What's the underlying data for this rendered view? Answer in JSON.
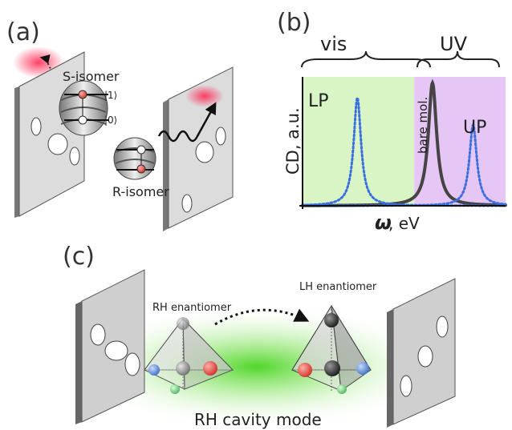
{
  "panel_a": {
    "label": "(a)",
    "s_isomer": "S-isomer",
    "r_isomer": "R-isomer",
    "ket_1": "|1⟩",
    "ket_0": "|0⟩"
  },
  "panel_b": {
    "label": "(b)",
    "band_vis": "vis",
    "band_uv": "UV",
    "lp": "LP",
    "up": "UP",
    "bare": "bare mol.",
    "ylabel": "CD, a.u.",
    "xlabel_symbol": "ω",
    "xlabel_unit": ", eV"
  },
  "panel_c": {
    "label": "(c)",
    "rh_enantiomer": "RH enantiomer",
    "lh_enantiomer": "LH enantiomer",
    "cavity_mode": "RH cavity mode"
  },
  "colors": {
    "vis_band": "#d9f5c6",
    "uv_band": "#e6c6f5",
    "bare_curve": "#444444",
    "polariton_curve": "#3a6fe0",
    "cavity_glow": "#59d92a",
    "red_glow": "#ff3355"
  },
  "chart_data": {
    "type": "line",
    "title": "",
    "xlabel": "ω, eV",
    "ylabel": "CD, a.u.",
    "regions": [
      "vis",
      "UV"
    ],
    "series": [
      {
        "name": "LP",
        "style": "dotted-blue",
        "peak_x": 0.27,
        "peak_y": 0.88,
        "width": 0.022
      },
      {
        "name": "bare mol.",
        "style": "solid-dark",
        "peak_x": 0.64,
        "peak_y": 1.0,
        "width": 0.025
      },
      {
        "name": "UP",
        "style": "dotted-blue",
        "peak_x": 0.84,
        "peak_y": 0.66,
        "width": 0.022
      }
    ],
    "xlim": [
      0,
      1
    ],
    "ylim": [
      0,
      1.05
    ]
  }
}
